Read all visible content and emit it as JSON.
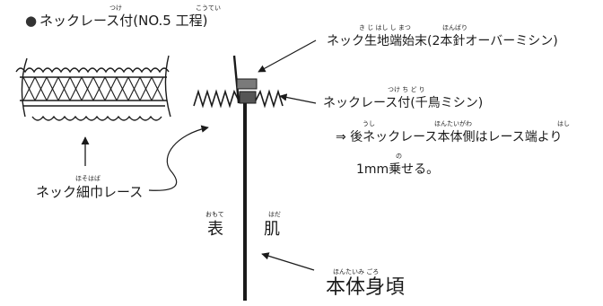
{
  "title": {
    "bullet": "●",
    "text": "ネックレース付(NO.5 工程)",
    "ruby_tsuke": "つけ",
    "ruby_koutei": "こうてい"
  },
  "labels": {
    "seam_top": "ネック生地端始末(2本針オーバーミシン)",
    "seam_top_ruby1": "き じ はし し まつ",
    "seam_top_ruby2": "ほんばり",
    "attach": "ネックレース付(千鳥ミシン)",
    "attach_ruby": "つけ  ち ど り",
    "note_line1": "⇒ 後ネックレース本体側はレース端より",
    "note_line1_ruby1": "うし",
    "note_line1_ruby2": "ほんたいがわ",
    "note_line1_ruby3": "はし",
    "note_line2": "1mm乗せる。",
    "note_line2_ruby": "の",
    "lace_label": "ネック細巾レース",
    "lace_ruby": "ほそはば",
    "front": "表",
    "front_ruby": "おもて",
    "skin": "肌",
    "skin_ruby": "はだ",
    "body": "本体身頃",
    "body_ruby": "ほんたいみ ごろ"
  }
}
